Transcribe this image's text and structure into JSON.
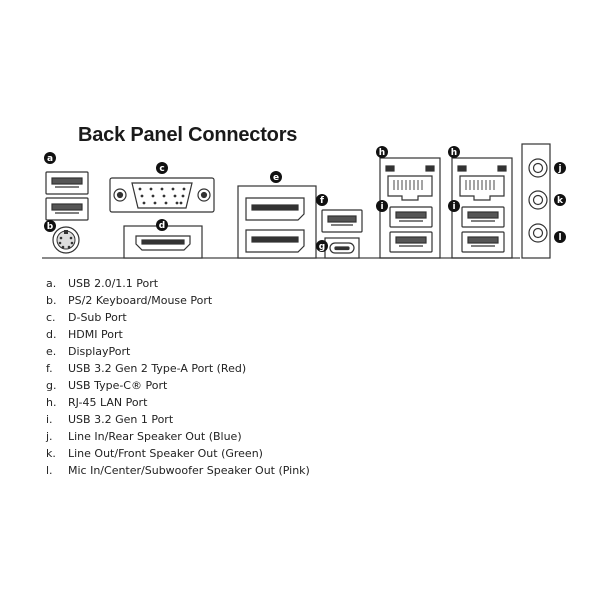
{
  "title": "Back Panel Connectors",
  "badges": {
    "a": "a",
    "b": "b",
    "c": "c",
    "d": "d",
    "e": "e",
    "f": "f",
    "g": "g",
    "h": "h",
    "i": "i",
    "j": "j",
    "k": "k",
    "l": "l"
  },
  "legend": [
    {
      "letter": "a.",
      "text": "USB 2.0/1.1 Port"
    },
    {
      "letter": "b.",
      "text": "PS/2 Keyboard/Mouse Port"
    },
    {
      "letter": "c.",
      "text": "D-Sub Port"
    },
    {
      "letter": "d.",
      "text": "HDMI Port"
    },
    {
      "letter": "e.",
      "text": "DisplayPort"
    },
    {
      "letter": "f.",
      "text": "USB 3.2 Gen 2 Type-A Port (Red)"
    },
    {
      "letter": "g.",
      "text": "USB Type-C® Port"
    },
    {
      "letter": "h.",
      "text": "RJ-45 LAN Port"
    },
    {
      "letter": "i.",
      "text": "USB 3.2 Gen 1 Port"
    },
    {
      "letter": "j.",
      "text": "Line In/Rear Speaker Out (Blue)"
    },
    {
      "letter": "k.",
      "text": "Line Out/Front Speaker Out (Green)"
    },
    {
      "letter": "l.",
      "text": "Mic In/Center/Subwoofer Speaker Out (Pink)"
    }
  ]
}
